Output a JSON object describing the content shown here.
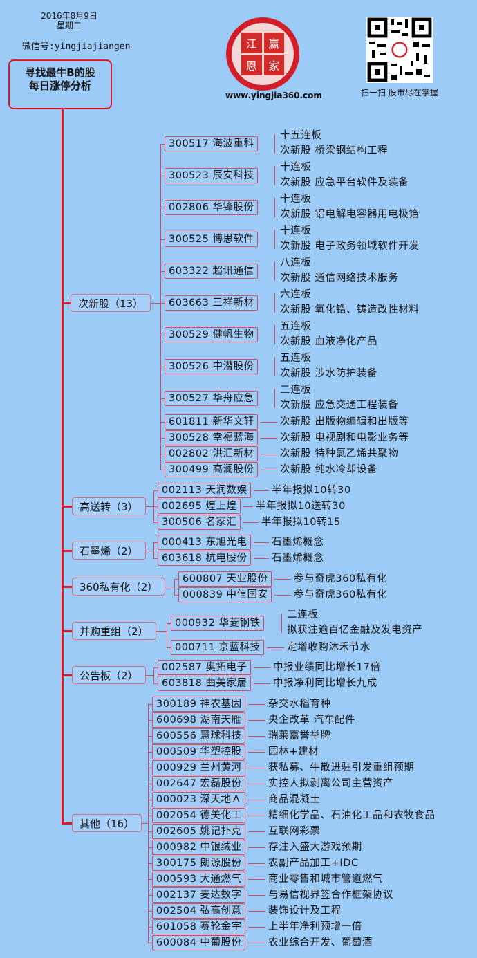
{
  "header": {
    "date": "2016年8月9日",
    "weekday": "星期二",
    "wechat": "微信号:yingjiajiangen",
    "title_line1": "寻找最牛B的股",
    "title_line2": "每日涨停分析",
    "logo_chars": [
      "江",
      "赢",
      "恩",
      "家"
    ],
    "website": "www.yingjia360.com",
    "qr_caption": "扫一扫 股市尽在掌握"
  },
  "colors": {
    "background": "#9dcbf8",
    "accent": "#e0182a",
    "box_border": "#d9485a"
  },
  "categories": [
    {
      "label": "次新股（13）",
      "stocks": [
        {
          "name": "300517 海波重科",
          "desc": [
            "十五连板",
            "次新股 桥梁钢结构工程"
          ]
        },
        {
          "name": "300523 辰安科技",
          "desc": [
            "十连板",
            "次新股 应急平台软件及装备"
          ]
        },
        {
          "name": "002806 华锋股份",
          "desc": [
            "十连板",
            "次新股 铝电解电容器用电极箔"
          ]
        },
        {
          "name": "300525 博思软件",
          "desc": [
            "十连板",
            "次新股 电子政务领域软件开发"
          ]
        },
        {
          "name": "603322 超讯通信",
          "desc": [
            "八连板",
            "次新股 通信网络技术服务"
          ]
        },
        {
          "name": "603663 三祥新材",
          "desc": [
            "六连板",
            "次新股 氧化锆、铸造改性材料"
          ]
        },
        {
          "name": "300529 健帆生物",
          "desc": [
            "五连板",
            "次新股 血液净化产品"
          ]
        },
        {
          "name": "300526 中潜股份",
          "desc": [
            "五连板",
            "次新股 涉水防护装备"
          ]
        },
        {
          "name": "300527 华舟应急",
          "desc": [
            "二连板",
            "次新股 应急交通工程装备"
          ]
        },
        {
          "name": "601811 新华文轩",
          "desc": [
            "次新股 出版物编辑和出版等"
          ]
        },
        {
          "name": "300528 幸福蓝海",
          "desc": [
            "次新股 电视剧和电影业务等"
          ]
        },
        {
          "name": "002802 洪汇新材",
          "desc": [
            "次新股 特种氯乙烯共聚物"
          ]
        },
        {
          "name": "300499 高澜股份",
          "desc": [
            "次新股 纯水冷却设备"
          ]
        }
      ]
    },
    {
      "label": "高送转（3）",
      "stocks": [
        {
          "name": "002113 天润数娱",
          "desc": [
            "半年报拟10转30"
          ]
        },
        {
          "name": "002695 煌上煌",
          "desc": [
            "半年报拟10送转30"
          ]
        },
        {
          "name": "300506 名家汇",
          "desc": [
            "半年报拟10转15"
          ]
        }
      ]
    },
    {
      "label": "石墨烯（2）",
      "stocks": [
        {
          "name": "000413 东旭光电",
          "desc": [
            "石墨烯概念"
          ]
        },
        {
          "name": "603618 杭电股份",
          "desc": [
            "石墨烯概念"
          ]
        }
      ]
    },
    {
      "label": "360私有化（2）",
      "stocks": [
        {
          "name": "600807 天业股份",
          "desc": [
            "参与奇虎360私有化"
          ]
        },
        {
          "name": "000839 中信国安",
          "desc": [
            "参与奇虎360私有化"
          ]
        }
      ]
    },
    {
      "label": "并购重组（2）",
      "stocks": [
        {
          "name": "000932 华菱钢铁",
          "desc": [
            "二连板",
            "拟获注逾百亿金融及发电资产"
          ]
        },
        {
          "name": "000711 京蓝科技",
          "desc": [
            "定增收购沐禾节水"
          ]
        }
      ]
    },
    {
      "label": "公告板（2）",
      "stocks": [
        {
          "name": "002587 奥拓电子",
          "desc": [
            "中报业绩同比增长17倍"
          ]
        },
        {
          "name": "603818 曲美家居",
          "desc": [
            "中报净利同比增长九成"
          ]
        }
      ]
    },
    {
      "label": "其他（16）",
      "stocks": [
        {
          "name": "300189 神农基因",
          "desc": [
            "杂交水稻育种"
          ]
        },
        {
          "name": "600698 湖南天雁",
          "desc": [
            "央企改革 汽车配件"
          ]
        },
        {
          "name": "600556 慧球科技",
          "desc": [
            "瑞莱嘉誉举牌"
          ]
        },
        {
          "name": "000509 华塑控股",
          "desc": [
            "园林+建材"
          ]
        },
        {
          "name": "000929 兰州黄河",
          "desc": [
            "获私募、牛散进驻引发重组预期"
          ]
        },
        {
          "name": "002647 宏磊股份",
          "desc": [
            "实控人拟剥离公司主营资产"
          ]
        },
        {
          "name": "000023 深天地Ａ",
          "desc": [
            "商品混凝土"
          ]
        },
        {
          "name": "002054 德美化工",
          "desc": [
            "精细化学品、石油化工品和农牧食品"
          ]
        },
        {
          "name": "002605 姚记扑克",
          "desc": [
            "互联网彩票"
          ]
        },
        {
          "name": "000982 中银绒业",
          "desc": [
            "存注入盛大游戏预期"
          ]
        },
        {
          "name": "300175 朗源股份",
          "desc": [
            "农副产品加工+IDC"
          ]
        },
        {
          "name": "000593 大通燃气",
          "desc": [
            "商业零售和城市管道燃气"
          ]
        },
        {
          "name": "002137 麦达数字",
          "desc": [
            "与易信视界签合作框架协议"
          ]
        },
        {
          "name": "002504 弘高创意",
          "desc": [
            "装饰设计及工程"
          ]
        },
        {
          "name": "601058 赛轮金宇",
          "desc": [
            "上半年净利预增一倍"
          ]
        },
        {
          "name": "600084 中葡股份",
          "desc": [
            "农业综合开发、葡萄酒"
          ]
        }
      ]
    }
  ]
}
